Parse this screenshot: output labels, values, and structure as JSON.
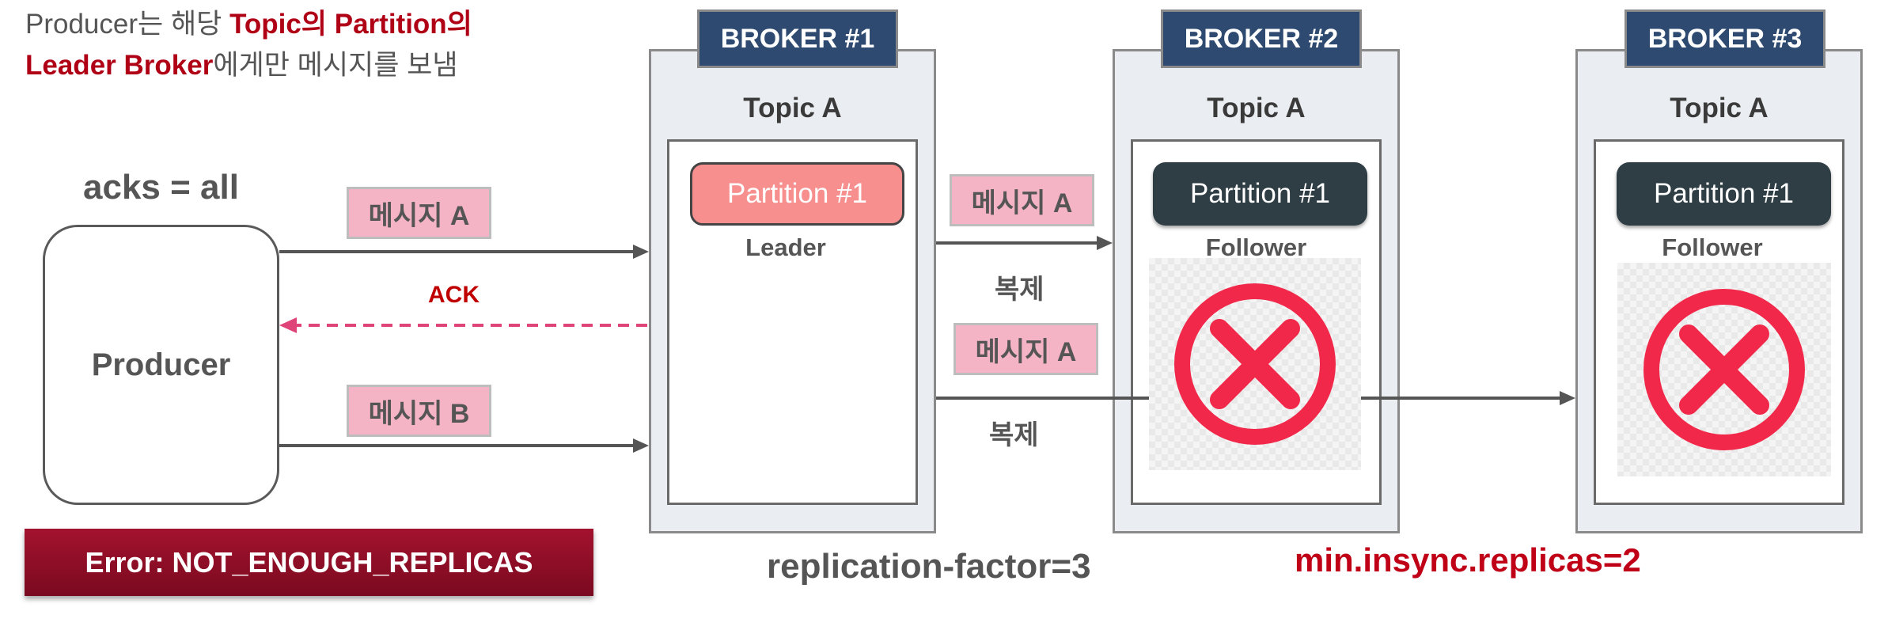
{
  "header": {
    "line1_prefix": "Producer는 해당 ",
    "line1_highlight": "Topic의 Partition의",
    "line2_highlight": "Leader Broker",
    "line2_suffix": "에게만 메시지를 보냄"
  },
  "producer": {
    "acks_label": "acks = all",
    "name": "Producer"
  },
  "messages": {
    "to_leader_a": "메시지 A",
    "ack": "ACK",
    "to_leader_b": "메시지 B",
    "replicate_1": "메시지 A",
    "replicate_2": "메시지 A",
    "copy_1": "복제",
    "copy_2": "복제"
  },
  "brokers": [
    {
      "name": "BROKER #1",
      "topic": "Topic A",
      "partition": "Partition #1",
      "role": "Leader"
    },
    {
      "name": "BROKER #2",
      "topic": "Topic A",
      "partition": "Partition #1",
      "role": "Follower"
    },
    {
      "name": "BROKER #3",
      "topic": "Topic A",
      "partition": "Partition #1",
      "role": "Follower"
    }
  ],
  "error": "Error: NOT_ENOUGH_REPLICAS",
  "footer": {
    "replication_factor": "replication-factor=3",
    "min_insync": "min.insync.replicas=2"
  },
  "colors": {
    "accent_red": "#c00016",
    "broker_header": "#2e4a70",
    "leader_partition": "#f78f8f",
    "follower_partition": "#2f3d44",
    "message_tag": "#f5b4c6",
    "ack_arrow": "#e0457a",
    "fail_icon": "#f2284a"
  },
  "icons": {
    "failure": "x-circle-icon"
  }
}
